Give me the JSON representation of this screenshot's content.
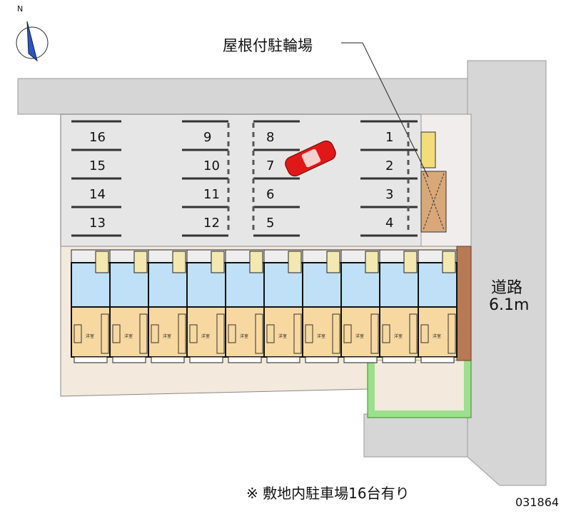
{
  "compass": {
    "north_label": "N"
  },
  "bicycle_parking_label": "屋根付駐輪場",
  "road": {
    "label": "道路",
    "width": "6.1m"
  },
  "parking": {
    "left": [
      "16",
      "15",
      "14",
      "13"
    ],
    "mid_left": [
      "9",
      "10",
      "11",
      "12"
    ],
    "mid_right": [
      "8",
      "7",
      "6",
      "5"
    ],
    "right": [
      "1",
      "2",
      "3",
      "4"
    ]
  },
  "unit_room_label": "洋室",
  "unit_count": 10,
  "note": "※ 敷地内駐車場16台有り",
  "property_id": "031864",
  "colors": {
    "road": "#d6d6d6",
    "lot": "#e6e6e6",
    "room": "#f7d8a0",
    "wet": "#bfe0f6",
    "car": "#e01818",
    "hedge": "#9be08a"
  }
}
